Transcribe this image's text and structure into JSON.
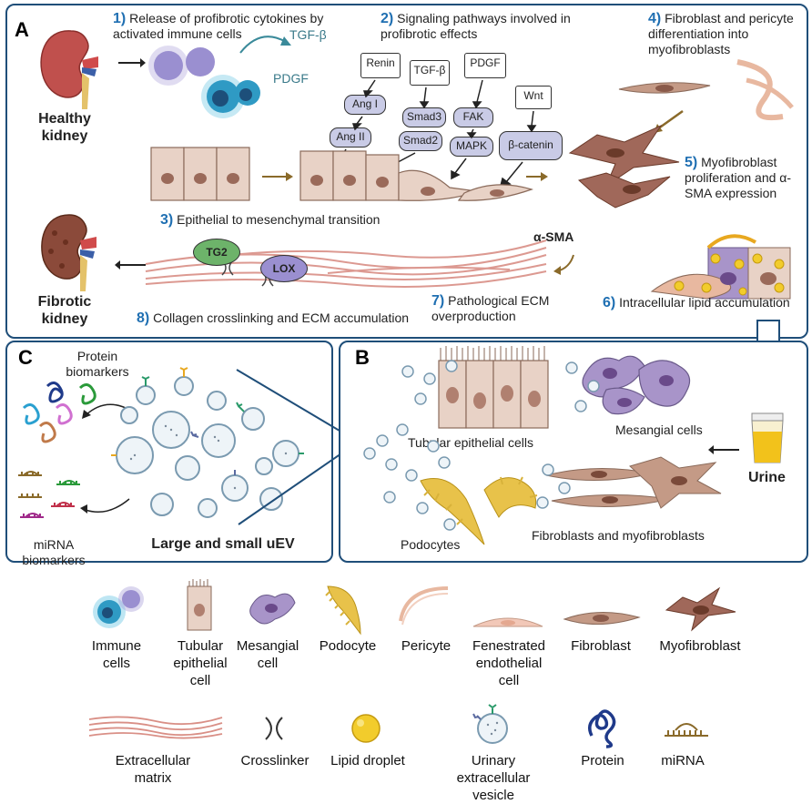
{
  "panel_a": {
    "label": "A",
    "healthy_kidney": "Healthy kidney",
    "fibrotic_kidney": "Fibrotic kidney",
    "step1": {
      "num": "1)",
      "text": "Release of profibrotic cytokines by activated immune cells"
    },
    "tgf_beta": "TGF-β",
    "pdgf": "PDGF",
    "step2": {
      "num": "2)",
      "text": "Signaling pathways involved in profibrotic effects"
    },
    "pathways": {
      "renin": "Renin",
      "ang1": "Ang I",
      "ang2": "Ang II",
      "tgfb": "TGF-β",
      "smad3": "Smad3",
      "smad2": "Smad2",
      "pdgf": "PDGF",
      "fak": "FAK",
      "mapk": "MAPK",
      "wnt": "Wnt",
      "bcatenin": "β-catenin"
    },
    "step3": {
      "num": "3)",
      "text": "Epithelial to mesenchymal transition"
    },
    "step4": {
      "num": "4)",
      "text": "Fibroblast and pericyte differentiation into myofibroblasts"
    },
    "step5": {
      "num": "5)",
      "text": "Myofibroblast proliferation and α-SMA expression"
    },
    "asma": "α-SMA",
    "step6": {
      "num": "6)",
      "text": "Intracellular lipid accumulation"
    },
    "step7": {
      "num": "7)",
      "text": "Pathological ECM overproduction"
    },
    "step8": {
      "num": "8)",
      "text": "Collagen crosslinking and ECM accumulation"
    },
    "tg2": "TG2",
    "lox": "LOX"
  },
  "panel_b": {
    "label": "B",
    "tubular": "Tubular epithelial cells",
    "mesangial": "Mesangial cells",
    "urine": "Urine",
    "podocytes": "Podocytes",
    "fibroblasts": "Fibroblasts and myofibroblasts"
  },
  "panel_c": {
    "label": "C",
    "protein_biomarkers": "Protein biomarkers",
    "mirna_biomarkers": "miRNA biomarkers",
    "uev": "Large and small uEV"
  },
  "legend": {
    "immune": "Immune cells",
    "tubular": "Tubular epithelial cell",
    "mesangial": "Mesangial cell",
    "podocyte": "Podocyte",
    "pericyte": "Pericyte",
    "endothelial": "Fenestrated endothelial cell",
    "fibroblast": "Fibroblast",
    "myofibroblast": "Myofibroblast",
    "ecm": "Extracellular matrix",
    "crosslinker": "Crosslinker",
    "lipid": "Lipid droplet",
    "uev": "Urinary extracellular vesicle",
    "protein": "Protein",
    "mirna": "miRNA"
  },
  "colors": {
    "panel_border": "#1f4e79",
    "step_number": "#1f6fb2",
    "kidney": "#c0504d",
    "fibrotic_kidney": "#8b4a3a",
    "immune_blue": "#3aa0c8",
    "immune_purple": "#9a8fd0",
    "epithelial": "#e8d2c6",
    "myofibroblast": "#a0685a",
    "fibroblast": "#c49a86",
    "mesangial": "#a894c9",
    "podocyte": "#e8c24a",
    "lipid": "#f2cc2c",
    "ecm": "#d98f86",
    "tg2": "#6db36a",
    "lox": "#9a8fd0",
    "pathway_pill": "#c9cbe6",
    "urine": "#f2c21b"
  }
}
